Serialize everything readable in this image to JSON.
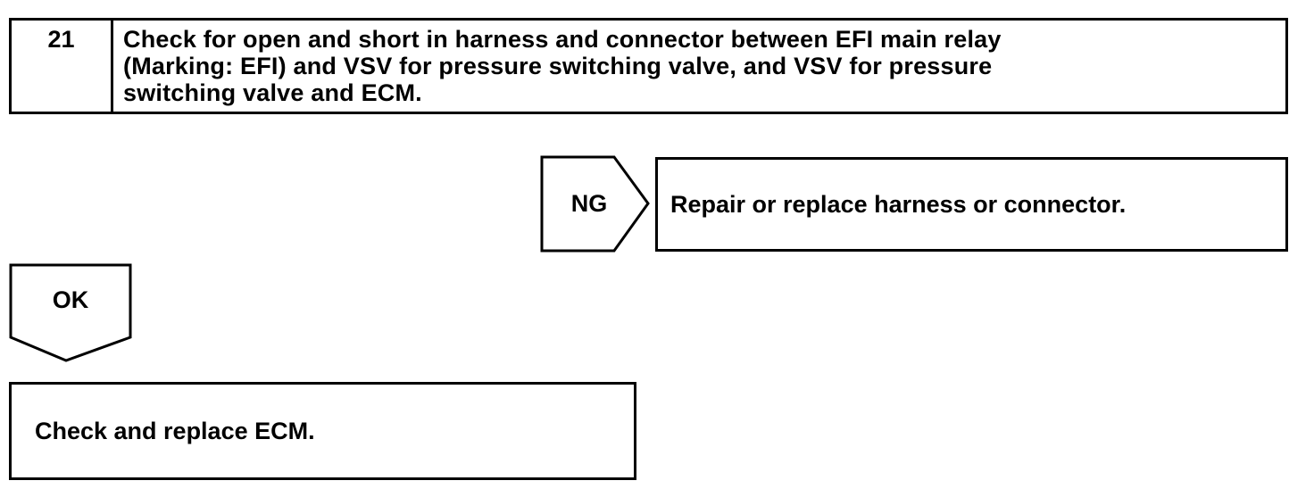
{
  "step": {
    "number": "21",
    "lines": [
      "Check for open and short in harness and connector between EFI main relay",
      "(Marking: EFI) and VSV for pressure switching valve, and VSV for pressure",
      "switching valve and ECM."
    ]
  },
  "ng_branch": {
    "label": "NG",
    "result": "Repair or replace harness or connector."
  },
  "ok_branch": {
    "label": "OK",
    "result": "Check and replace ECM."
  }
}
